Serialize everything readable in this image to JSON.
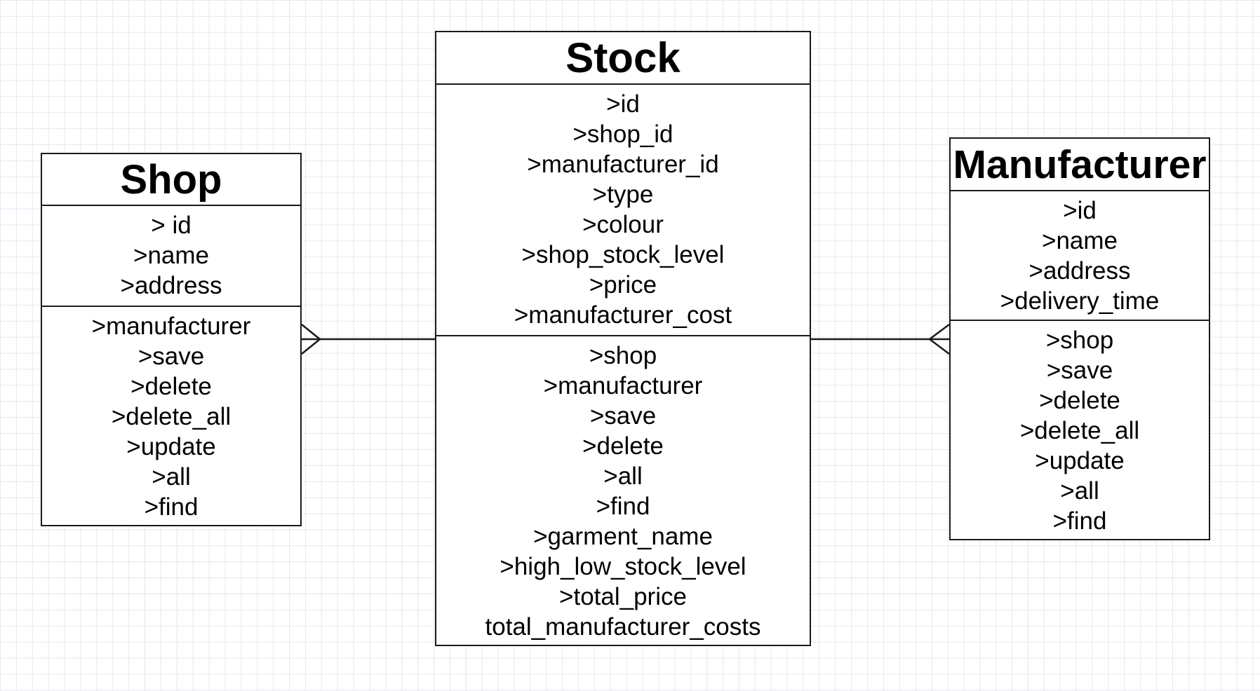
{
  "classes": {
    "shop": {
      "title": "Shop",
      "attributes": [
        "> id",
        ">name",
        ">address"
      ],
      "methods": [
        ">manufacturer",
        ">save",
        ">delete",
        ">delete_all",
        ">update",
        ">all",
        ">find"
      ]
    },
    "stock": {
      "title": "Stock",
      "attributes": [
        ">id",
        ">shop_id",
        ">manufacturer_id",
        ">type",
        ">colour",
        ">shop_stock_level",
        ">price",
        ">manufacturer_cost"
      ],
      "methods": [
        ">shop",
        ">manufacturer",
        ">save",
        ">delete",
        ">all",
        ">find",
        ">garment_name",
        ">high_low_stock_level",
        ">total_price",
        "total_manufacturer_costs"
      ]
    },
    "manufacturer": {
      "title": "Manufacturer",
      "attributes": [
        ">id",
        ">name",
        ">address",
        ">delivery_time"
      ],
      "methods": [
        ">shop",
        ">save",
        ">delete",
        ">delete_all",
        ">update",
        ">all",
        ">find"
      ]
    }
  },
  "relationships": [
    {
      "from": "stock",
      "to": "shop",
      "notation": "crows-foot-many"
    },
    {
      "from": "stock",
      "to": "manufacturer",
      "notation": "crows-foot-many"
    }
  ],
  "colors": {
    "line": "#1a1a1a",
    "grid": "#e6e6f2",
    "background": "#ffffff"
  }
}
